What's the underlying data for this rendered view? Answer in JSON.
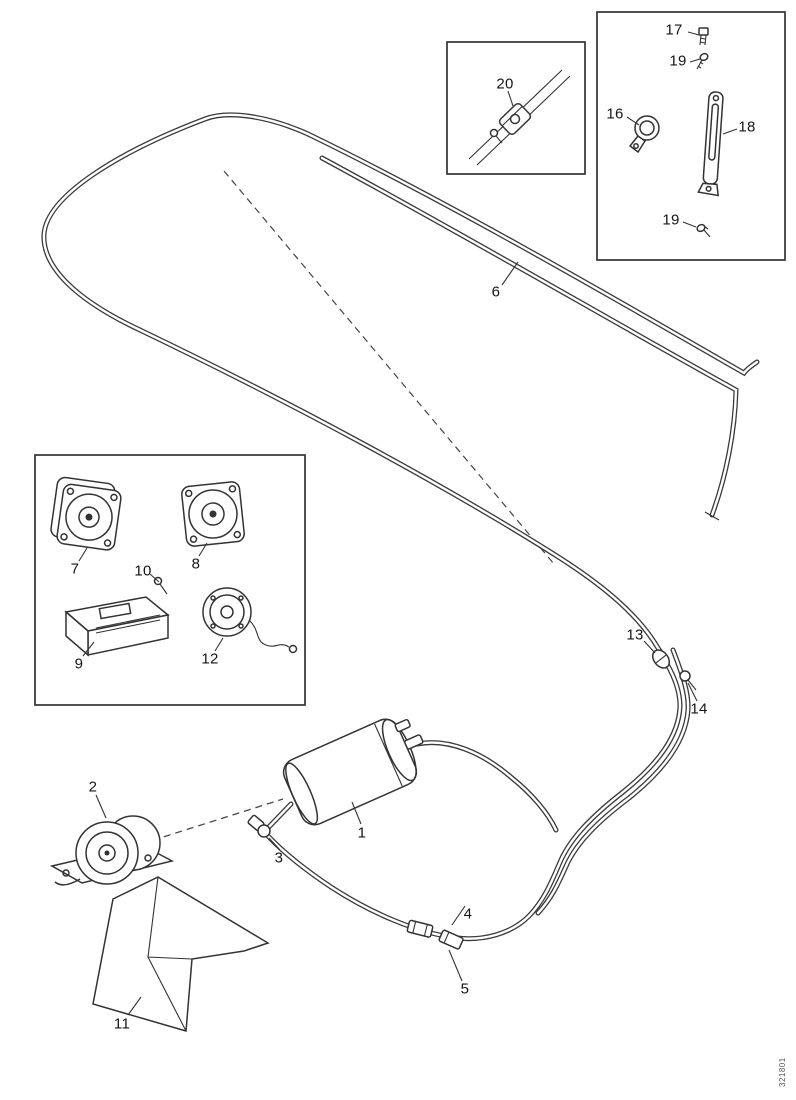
{
  "figure": {
    "id_text": "321801"
  },
  "callouts": {
    "c1": "1",
    "c2": "2",
    "c3": "3",
    "c4": "4",
    "c5": "5",
    "c6": "6",
    "c7": "7",
    "c8": "8",
    "c9": "9",
    "c10": "10",
    "c11": "11",
    "c12": "12",
    "c13": "13",
    "c14": "14",
    "c16": "16",
    "c17": "17",
    "c18": "18",
    "c19a": "19",
    "c19b": "19",
    "c20": "20"
  }
}
